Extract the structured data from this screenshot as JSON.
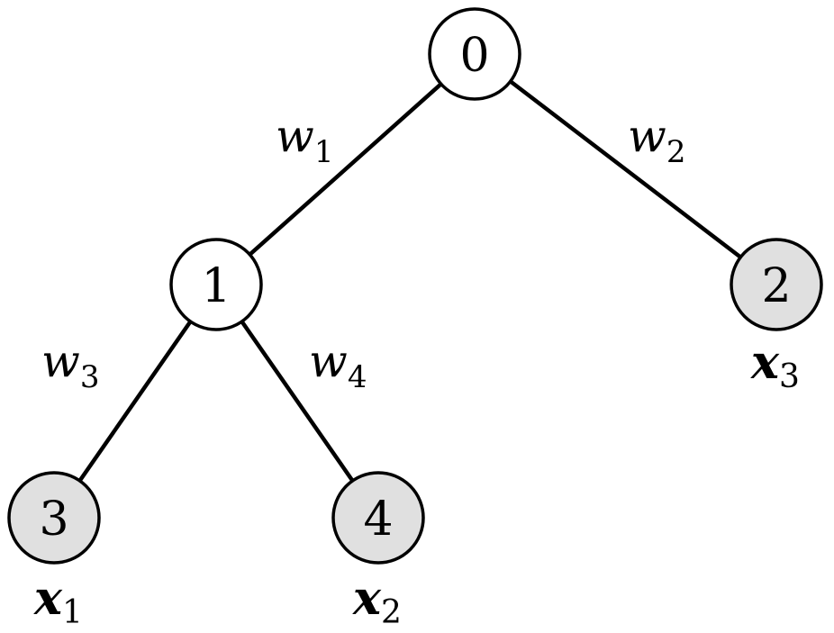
{
  "nodes": [
    {
      "id": "0",
      "label": "0",
      "fill": "#ffffff"
    },
    {
      "id": "1",
      "label": "1",
      "fill": "#ffffff"
    },
    {
      "id": "2",
      "label": "2",
      "fill": "#e0e0e0"
    },
    {
      "id": "3",
      "label": "3",
      "fill": "#e0e0e0"
    },
    {
      "id": "4",
      "label": "4",
      "fill": "#e0e0e0"
    }
  ],
  "edges": [
    {
      "from": "0",
      "to": "1",
      "weight": {
        "base": "w",
        "sub": "1"
      }
    },
    {
      "from": "0",
      "to": "2",
      "weight": {
        "base": "w",
        "sub": "2"
      }
    },
    {
      "from": "1",
      "to": "3",
      "weight": {
        "base": "w",
        "sub": "3"
      }
    },
    {
      "from": "1",
      "to": "4",
      "weight": {
        "base": "w",
        "sub": "4"
      }
    }
  ],
  "leaf_labels": [
    {
      "node": "3",
      "base": "x",
      "sub": "1"
    },
    {
      "node": "4",
      "base": "x",
      "sub": "2"
    },
    {
      "node": "2",
      "base": "x",
      "sub": "3"
    }
  ]
}
